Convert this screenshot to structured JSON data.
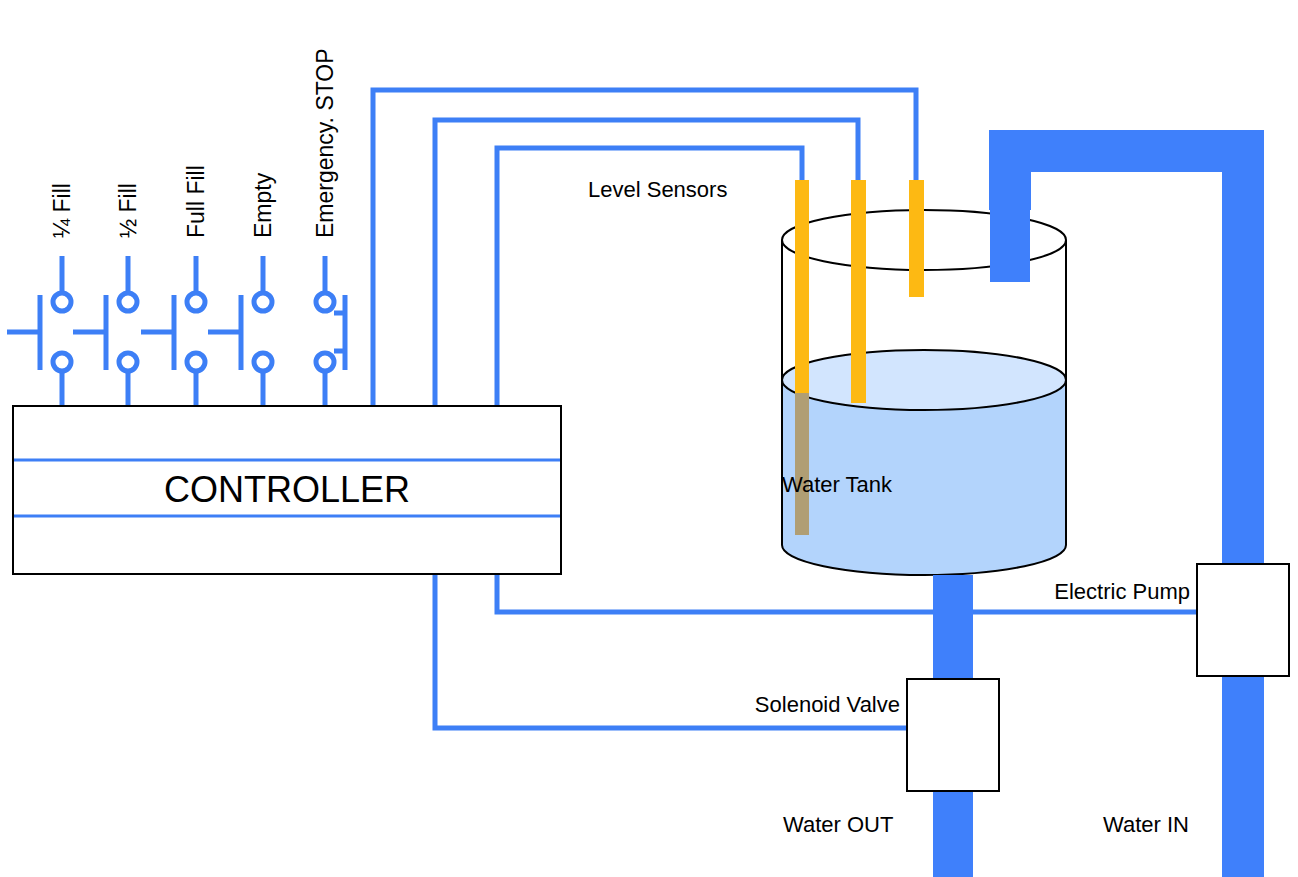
{
  "diagram": {
    "nodes": [
      {
        "text": [
          "CONTROLLER"
        ]
      },
      {
        "text": [
          "Water Tank"
        ]
      },
      {
        "text": [
          "Electric Pump"
        ]
      },
      {
        "text": [
          "Solenoid Valve"
        ]
      }
    ],
    "edges": [
      {
        "from": 0,
        "to": 2,
        "arrow": "none"
      },
      {
        "from": 0,
        "to": 3,
        "arrow": "none"
      },
      {
        "from": 2,
        "to": 1,
        "arrow": "none"
      },
      {
        "from": 1,
        "to": 3,
        "arrow": "none"
      }
    ],
    "labels": [
      "¼ Fill",
      "½ Fill",
      "Full Fill",
      "Empty",
      "Emergency. STOP",
      "Level Sensors",
      "Water OUT",
      "Water IN"
    ]
  }
}
